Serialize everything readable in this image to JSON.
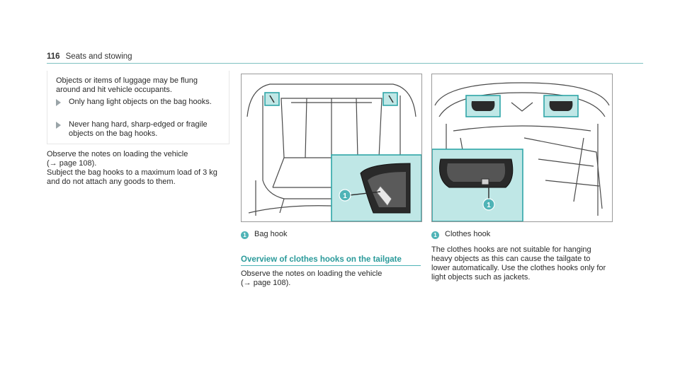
{
  "header": {
    "page_number": "116",
    "section": "Seats and stowing"
  },
  "warning_box": {
    "lead": "Objects or items of luggage may be flung around and hit vehicle occupants.",
    "bullets": [
      "Only hang light objects on the bag hooks.",
      "Never hang hard, sharp-edged or fragile objects on the bag hooks."
    ]
  },
  "left_column": {
    "note_line1": "Observe the notes on loading the vehicle",
    "note_line2": "(→ page 108).",
    "load_text": "Subject the bag hooks to a maximum load of 3 kg and do not attach any goods to them."
  },
  "figure1": {
    "callout": "1",
    "caption_label": "Bag hook"
  },
  "overview": {
    "title": "Overview of clothes hooks on the tailgate",
    "note_line1": "Observe the notes on loading the vehicle",
    "note_line2": "(→ page 108)."
  },
  "figure2": {
    "callout": "1",
    "caption_label": "Clothes hook",
    "description": "The clothes hooks are not suitable for hanging heavy objects as this can cause the tailgate to lower automatically. Use the clothes hooks only for light objects such as jackets."
  },
  "colors": {
    "accent": "#4fb4b7",
    "highlight_fill": "#bfe7e6",
    "line_art": "#4a4a4a"
  }
}
